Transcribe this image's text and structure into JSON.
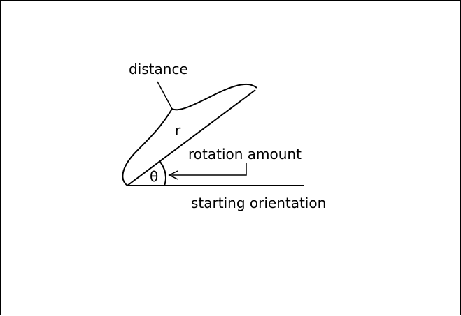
{
  "labels": {
    "distance": "distance",
    "radius": "r",
    "rotation": "rotation amount",
    "theta": "θ",
    "start": "starting orientation"
  },
  "colors": {
    "stroke": "#000000",
    "background": "#ffffff"
  }
}
